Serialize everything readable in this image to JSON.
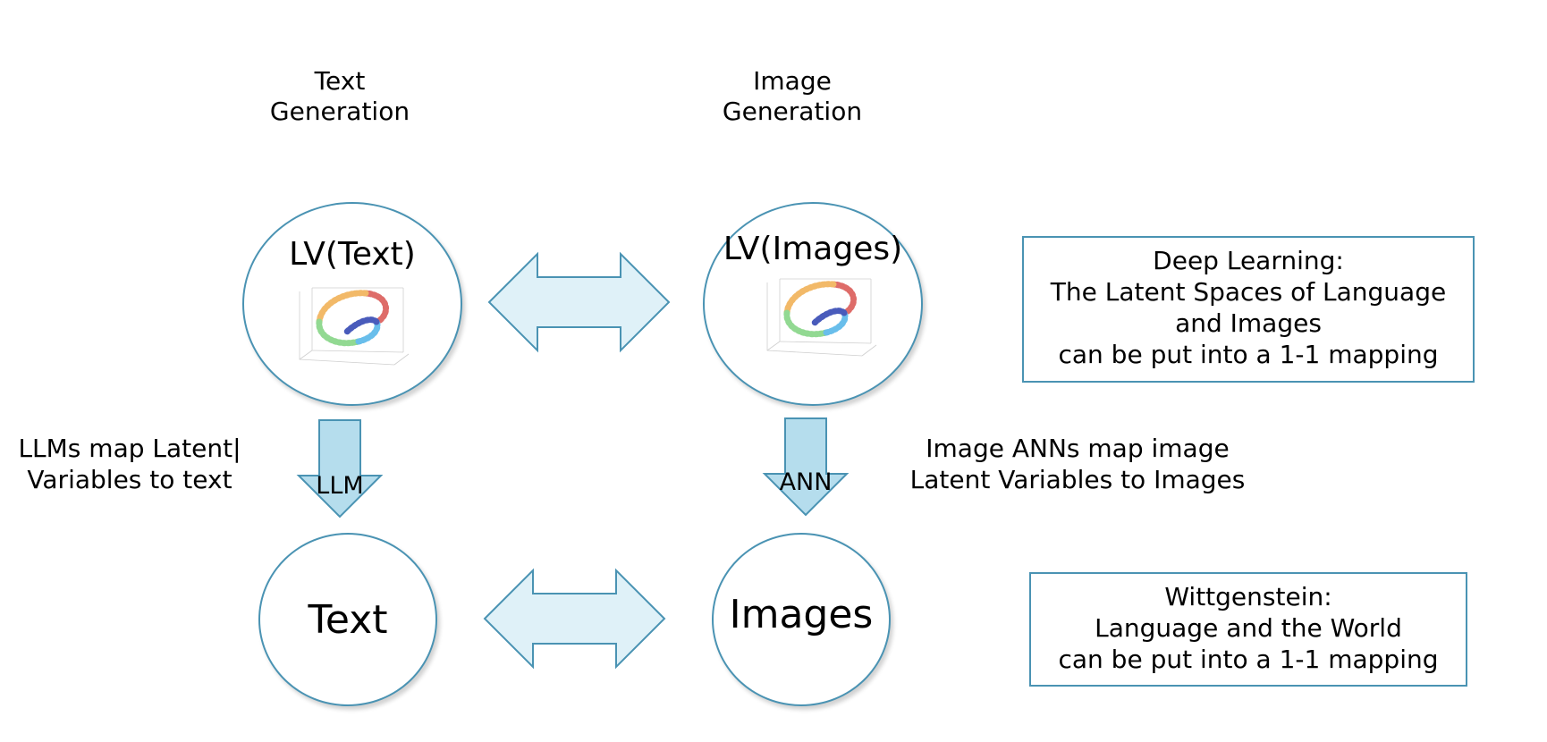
{
  "columns": {
    "text": {
      "header": "Text\nGeneration"
    },
    "image": {
      "header": "Image\nGeneration"
    }
  },
  "nodes": {
    "lv_text": "LV(Text)",
    "lv_images": "LV(Images)",
    "text": "Text",
    "images": "Images"
  },
  "arrows": {
    "llm": "LLM",
    "ann": "ANN"
  },
  "side_notes": {
    "llm_note": "LLMs map Latent|\nVariables to text",
    "ann_note": "Image ANNs map image\nLatent Variables to Images"
  },
  "boxes": {
    "deep_learning": "Deep Learning:\nThe Latent Spaces of Language\nand Images\ncan be put into a 1-1 mapping",
    "wittgenstein": "Wittgenstein:\nLanguage and the World\ncan be put into a 1-1 mapping"
  },
  "colors": {
    "stroke": "#4a93b3",
    "arrow_fill": "#dff1f8",
    "down_arrow_fill": "#b5dded"
  },
  "icons": {
    "latent_plot": "swiss-roll-scatter-plot"
  }
}
